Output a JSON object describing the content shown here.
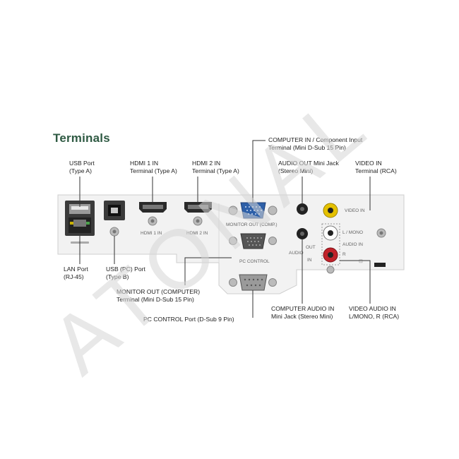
{
  "title": "Terminals",
  "callouts": {
    "usb_port": {
      "line1": "USB Port",
      "line2": "(Type A)"
    },
    "hdmi1": {
      "line1": "HDMI 1 IN",
      "line2": "Terminal (Type A)"
    },
    "hdmi2": {
      "line1": "HDMI 2 IN",
      "line2": "Terminal (Type A)"
    },
    "computer_in": {
      "line1": "COMPUTER IN / Component Input",
      "line2": "Terminal (Mini D-Sub 15 Pin)"
    },
    "audio_out": {
      "line1": "AUDIO OUT Mini Jack",
      "line2": "(Stereo Mini)"
    },
    "video_in": {
      "line1": "VIDEO IN",
      "line2": "Terminal (RCA)"
    },
    "lan_port": {
      "line1": "LAN Port",
      "line2": "(RJ-45)"
    },
    "usb_pc": {
      "line1": "USB (PC) Port",
      "line2": "(Type B)"
    },
    "monitor_out": {
      "line1": "MONITOR OUT (COMPUTER)",
      "line2": "Terminal (Mini D-Sub 15 Pin)"
    },
    "pc_control": {
      "line1": "PC CONTROL Port (D-Sub 9 Pin)"
    },
    "computer_audio": {
      "line1": "COMPUTER AUDIO IN",
      "line2": "Mini Jack (Stereo Mini)"
    },
    "video_audio": {
      "line1": "VIDEO AUDIO IN",
      "line2": "L/MONO, R (RCA)"
    }
  },
  "panel_labels": {
    "hdmi1": "HDMI 1 IN",
    "hdmi2": "HDMI 2 IN",
    "monitor_out": "MONITOR OUT (COMP.)",
    "pc_control": "PC  CONTROL",
    "out": "OUT",
    "audio": "AUDIO",
    "in": "IN",
    "video_in": "VIDEO IN",
    "l_mono": "L / MONO",
    "audio_in": "AUDIO IN",
    "r": "R"
  },
  "watermark": "ATONAL",
  "colors": {
    "title": "#2f5a43",
    "panel": "#f2f2f2",
    "vga_blue": "#2d5fa8",
    "rca_yellow": "#e5c100",
    "rca_red": "#c0222a",
    "watermark": "#cfcfcf"
  }
}
